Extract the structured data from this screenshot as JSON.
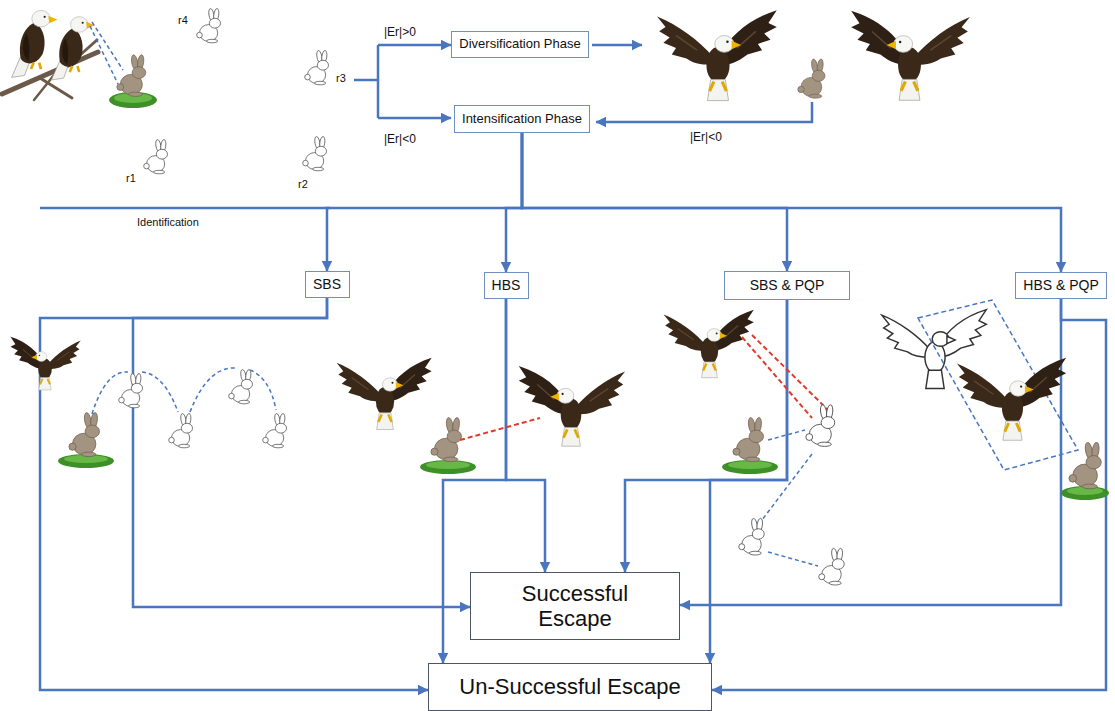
{
  "diagram": {
    "nodes": [
      {
        "text": [
          "Diversification Phase"
        ]
      },
      {
        "text": [
          "Intensification Phase"
        ]
      },
      {
        "text": [
          "SBS"
        ]
      },
      {
        "text": [
          "HBS"
        ]
      },
      {
        "text": [
          "SBS & PQP"
        ]
      },
      {
        "text": [
          "HBS & PQP"
        ]
      },
      {
        "text": [
          "Successful Escape"
        ]
      },
      {
        "text": [
          "Un-Successful Escape"
        ]
      }
    ],
    "edges": [
      {
        "from": 1,
        "to": 2,
        "arrow": "to"
      },
      {
        "from": 1,
        "to": 3,
        "arrow": "to"
      },
      {
        "from": 1,
        "to": 4,
        "arrow": "to"
      },
      {
        "from": 1,
        "to": 5,
        "arrow": "to"
      },
      {
        "from": 2,
        "to": 6,
        "arrow": "to"
      },
      {
        "from": 2,
        "to": 7,
        "arrow": "to"
      },
      {
        "from": 3,
        "to": 6,
        "arrow": "to"
      },
      {
        "from": 3,
        "to": 7,
        "arrow": "to"
      },
      {
        "from": 4,
        "to": 6,
        "arrow": "to"
      },
      {
        "from": 4,
        "to": 7,
        "arrow": "to"
      },
      {
        "from": 5,
        "to": 6,
        "arrow": "to"
      },
      {
        "from": 5,
        "to": 7,
        "arrow": "to"
      }
    ],
    "labels": [
      "r4",
      "r3",
      "r1",
      "r2",
      "Identification",
      "|Er|>0",
      "|Er|<0",
      "|Er|<0"
    ]
  }
}
